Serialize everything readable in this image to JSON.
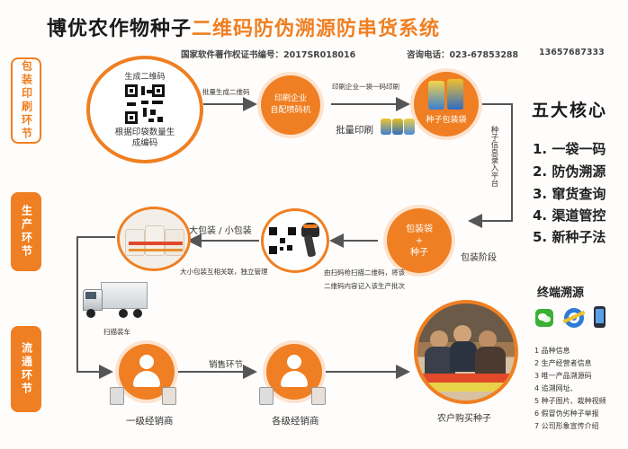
{
  "title": {
    "black": "博优农作物种子",
    "orange": "二维码防伪溯源防串货系统"
  },
  "info": {
    "copyright": "国家软件著作权证书编号：2017SR018016",
    "phone_label": "咨询电话：023-67853288",
    "mobile": "13657687333"
  },
  "stages": {
    "packaging": "包装印刷环节",
    "production": "生产环节",
    "circulation": "流通环节"
  },
  "nodes": {
    "gen_title": "生成二维码",
    "gen_caption": "根据印袋数量生成编码",
    "batch_gen": "批量生成二维码",
    "print_company": "印刷企业\n自配喷码机",
    "one_bag_label": "印刷企业一袋一码印刷",
    "seed_bag": "种子包装袋",
    "batch_print": "批量印刷",
    "entry_platform": "种子信息录入平台",
    "pack_stage": "包装阶段",
    "pack_bag": "包装袋\n+\n种子",
    "big_small_pack": "大包装 / 小包装",
    "pack_link": "大小包装互相关联，独立管理",
    "scan_note_1": "由扫码枪扫描二维码，将该",
    "scan_note_2": "二维码内容记入该生产批次",
    "scan_load": "扫描装车",
    "sales": "销售环节",
    "first_dealer": "一级经销商",
    "all_dealers": "各级经销商",
    "farmer": "农户购买种子"
  },
  "core": {
    "title": "五大核心",
    "items": [
      "1. 一袋一码",
      "2. 防伪溯源",
      "3. 窜货查询",
      "4. 渠道管控",
      "5. 新种子法"
    ]
  },
  "terminal": {
    "title": "终端溯源",
    "items": [
      "1  品种信息",
      "2  生产经营者信息",
      "3  唯一产品溯源码",
      "4  追溯网址、",
      "5  种子图片、栽种视频",
      "6  假冒伪劣种子举报",
      "7  公司形象宣传介绍"
    ]
  },
  "colors": {
    "accent": "#ef7f22",
    "accent_light": "#fde3cf",
    "arrow": "#555555"
  }
}
